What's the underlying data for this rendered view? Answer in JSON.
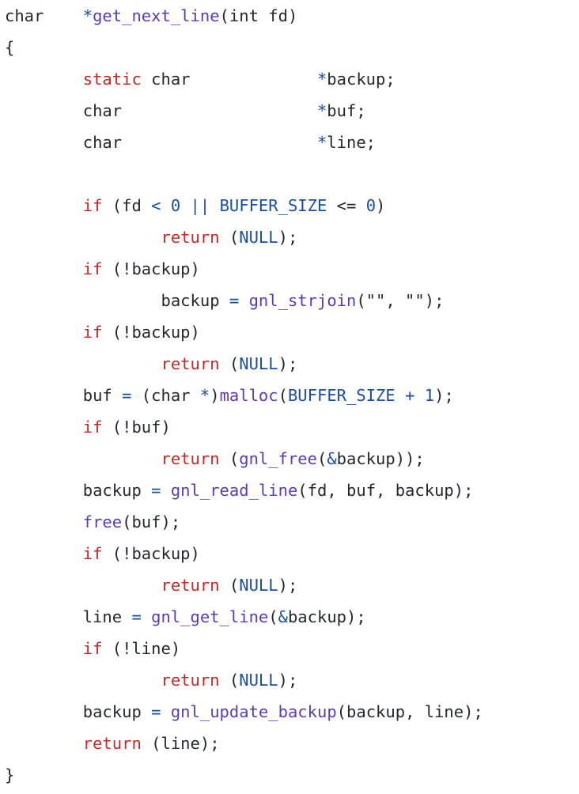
{
  "colors": {
    "background": "#ffffff",
    "plain": "#24292e",
    "keyword": "#c62828",
    "function": "#5b3cb5",
    "constant": "#1a4fa0",
    "operator": "#1a4fa0"
  },
  "code": {
    "lines": [
      [
        [
          "plain",
          "char"
        ],
        [
          "plain",
          "\t"
        ],
        [
          "operator",
          "*"
        ],
        [
          "function",
          "get_next_line"
        ],
        [
          "plain",
          "(int fd)"
        ]
      ],
      [
        [
          "plain",
          "{"
        ]
      ],
      [
        [
          "plain",
          "\t"
        ],
        [
          "keyword",
          "static"
        ],
        [
          "plain",
          " char"
        ],
        [
          "plain",
          "\t\t"
        ],
        [
          "operator",
          "*"
        ],
        [
          "plain",
          "backup;"
        ]
      ],
      [
        [
          "plain",
          "\tchar"
        ],
        [
          "plain",
          "\t\t\t"
        ],
        [
          "operator",
          "*"
        ],
        [
          "plain",
          "buf;"
        ]
      ],
      [
        [
          "plain",
          "\tchar"
        ],
        [
          "plain",
          "\t\t\t"
        ],
        [
          "operator",
          "*"
        ],
        [
          "plain",
          "line;"
        ]
      ],
      [],
      [
        [
          "plain",
          "\t"
        ],
        [
          "keyword",
          "if"
        ],
        [
          "plain",
          " (fd "
        ],
        [
          "operator",
          "<"
        ],
        [
          "plain",
          " "
        ],
        [
          "constant",
          "0"
        ],
        [
          "plain",
          " "
        ],
        [
          "operator",
          "||"
        ],
        [
          "plain",
          " "
        ],
        [
          "constant",
          "BUFFER_SIZE"
        ],
        [
          "plain",
          " <= "
        ],
        [
          "constant",
          "0"
        ],
        [
          "plain",
          ")"
        ]
      ],
      [
        [
          "plain",
          "\t\t"
        ],
        [
          "keyword",
          "return"
        ],
        [
          "plain",
          " ("
        ],
        [
          "constant",
          "NULL"
        ],
        [
          "plain",
          ");"
        ]
      ],
      [
        [
          "plain",
          "\t"
        ],
        [
          "keyword",
          "if"
        ],
        [
          "plain",
          " (!backup)"
        ]
      ],
      [
        [
          "plain",
          "\t\tbackup "
        ],
        [
          "operator",
          "="
        ],
        [
          "plain",
          " "
        ],
        [
          "function",
          "gnl_strjoin"
        ],
        [
          "plain",
          "(\"\", \"\");"
        ]
      ],
      [
        [
          "plain",
          "\t"
        ],
        [
          "keyword",
          "if"
        ],
        [
          "plain",
          " (!backup)"
        ]
      ],
      [
        [
          "plain",
          "\t\t"
        ],
        [
          "keyword",
          "return"
        ],
        [
          "plain",
          " ("
        ],
        [
          "constant",
          "NULL"
        ],
        [
          "plain",
          ");"
        ]
      ],
      [
        [
          "plain",
          "\tbuf "
        ],
        [
          "operator",
          "="
        ],
        [
          "plain",
          " (char "
        ],
        [
          "operator",
          "*"
        ],
        [
          "plain",
          ")"
        ],
        [
          "function",
          "malloc"
        ],
        [
          "plain",
          "("
        ],
        [
          "constant",
          "BUFFER_SIZE"
        ],
        [
          "plain",
          " "
        ],
        [
          "operator",
          "+"
        ],
        [
          "plain",
          " "
        ],
        [
          "constant",
          "1"
        ],
        [
          "plain",
          ");"
        ]
      ],
      [
        [
          "plain",
          "\t"
        ],
        [
          "keyword",
          "if"
        ],
        [
          "plain",
          " (!buf)"
        ]
      ],
      [
        [
          "plain",
          "\t\t"
        ],
        [
          "keyword",
          "return"
        ],
        [
          "plain",
          " ("
        ],
        [
          "function",
          "gnl_free"
        ],
        [
          "plain",
          "("
        ],
        [
          "operator",
          "&"
        ],
        [
          "plain",
          "backup));"
        ]
      ],
      [
        [
          "plain",
          "\tbackup "
        ],
        [
          "operator",
          "="
        ],
        [
          "plain",
          " "
        ],
        [
          "function",
          "gnl_read_line"
        ],
        [
          "plain",
          "(fd, buf, backup);"
        ]
      ],
      [
        [
          "plain",
          "\t"
        ],
        [
          "function",
          "free"
        ],
        [
          "plain",
          "(buf);"
        ]
      ],
      [
        [
          "plain",
          "\t"
        ],
        [
          "keyword",
          "if"
        ],
        [
          "plain",
          " (!backup)"
        ]
      ],
      [
        [
          "plain",
          "\t\t"
        ],
        [
          "keyword",
          "return"
        ],
        [
          "plain",
          " ("
        ],
        [
          "constant",
          "NULL"
        ],
        [
          "plain",
          ");"
        ]
      ],
      [
        [
          "plain",
          "\tline "
        ],
        [
          "operator",
          "="
        ],
        [
          "plain",
          " "
        ],
        [
          "function",
          "gnl_get_line"
        ],
        [
          "plain",
          "("
        ],
        [
          "operator",
          "&"
        ],
        [
          "plain",
          "backup);"
        ]
      ],
      [
        [
          "plain",
          "\t"
        ],
        [
          "keyword",
          "if"
        ],
        [
          "plain",
          " (!line)"
        ]
      ],
      [
        [
          "plain",
          "\t\t"
        ],
        [
          "keyword",
          "return"
        ],
        [
          "plain",
          " ("
        ],
        [
          "constant",
          "NULL"
        ],
        [
          "plain",
          ");"
        ]
      ],
      [
        [
          "plain",
          "\tbackup "
        ],
        [
          "operator",
          "="
        ],
        [
          "plain",
          " "
        ],
        [
          "function",
          "gnl_update_backup"
        ],
        [
          "plain",
          "(backup, line);"
        ]
      ],
      [
        [
          "plain",
          "\t"
        ],
        [
          "keyword",
          "return"
        ],
        [
          "plain",
          " (line);"
        ]
      ],
      [
        [
          "plain",
          "}"
        ]
      ]
    ]
  }
}
